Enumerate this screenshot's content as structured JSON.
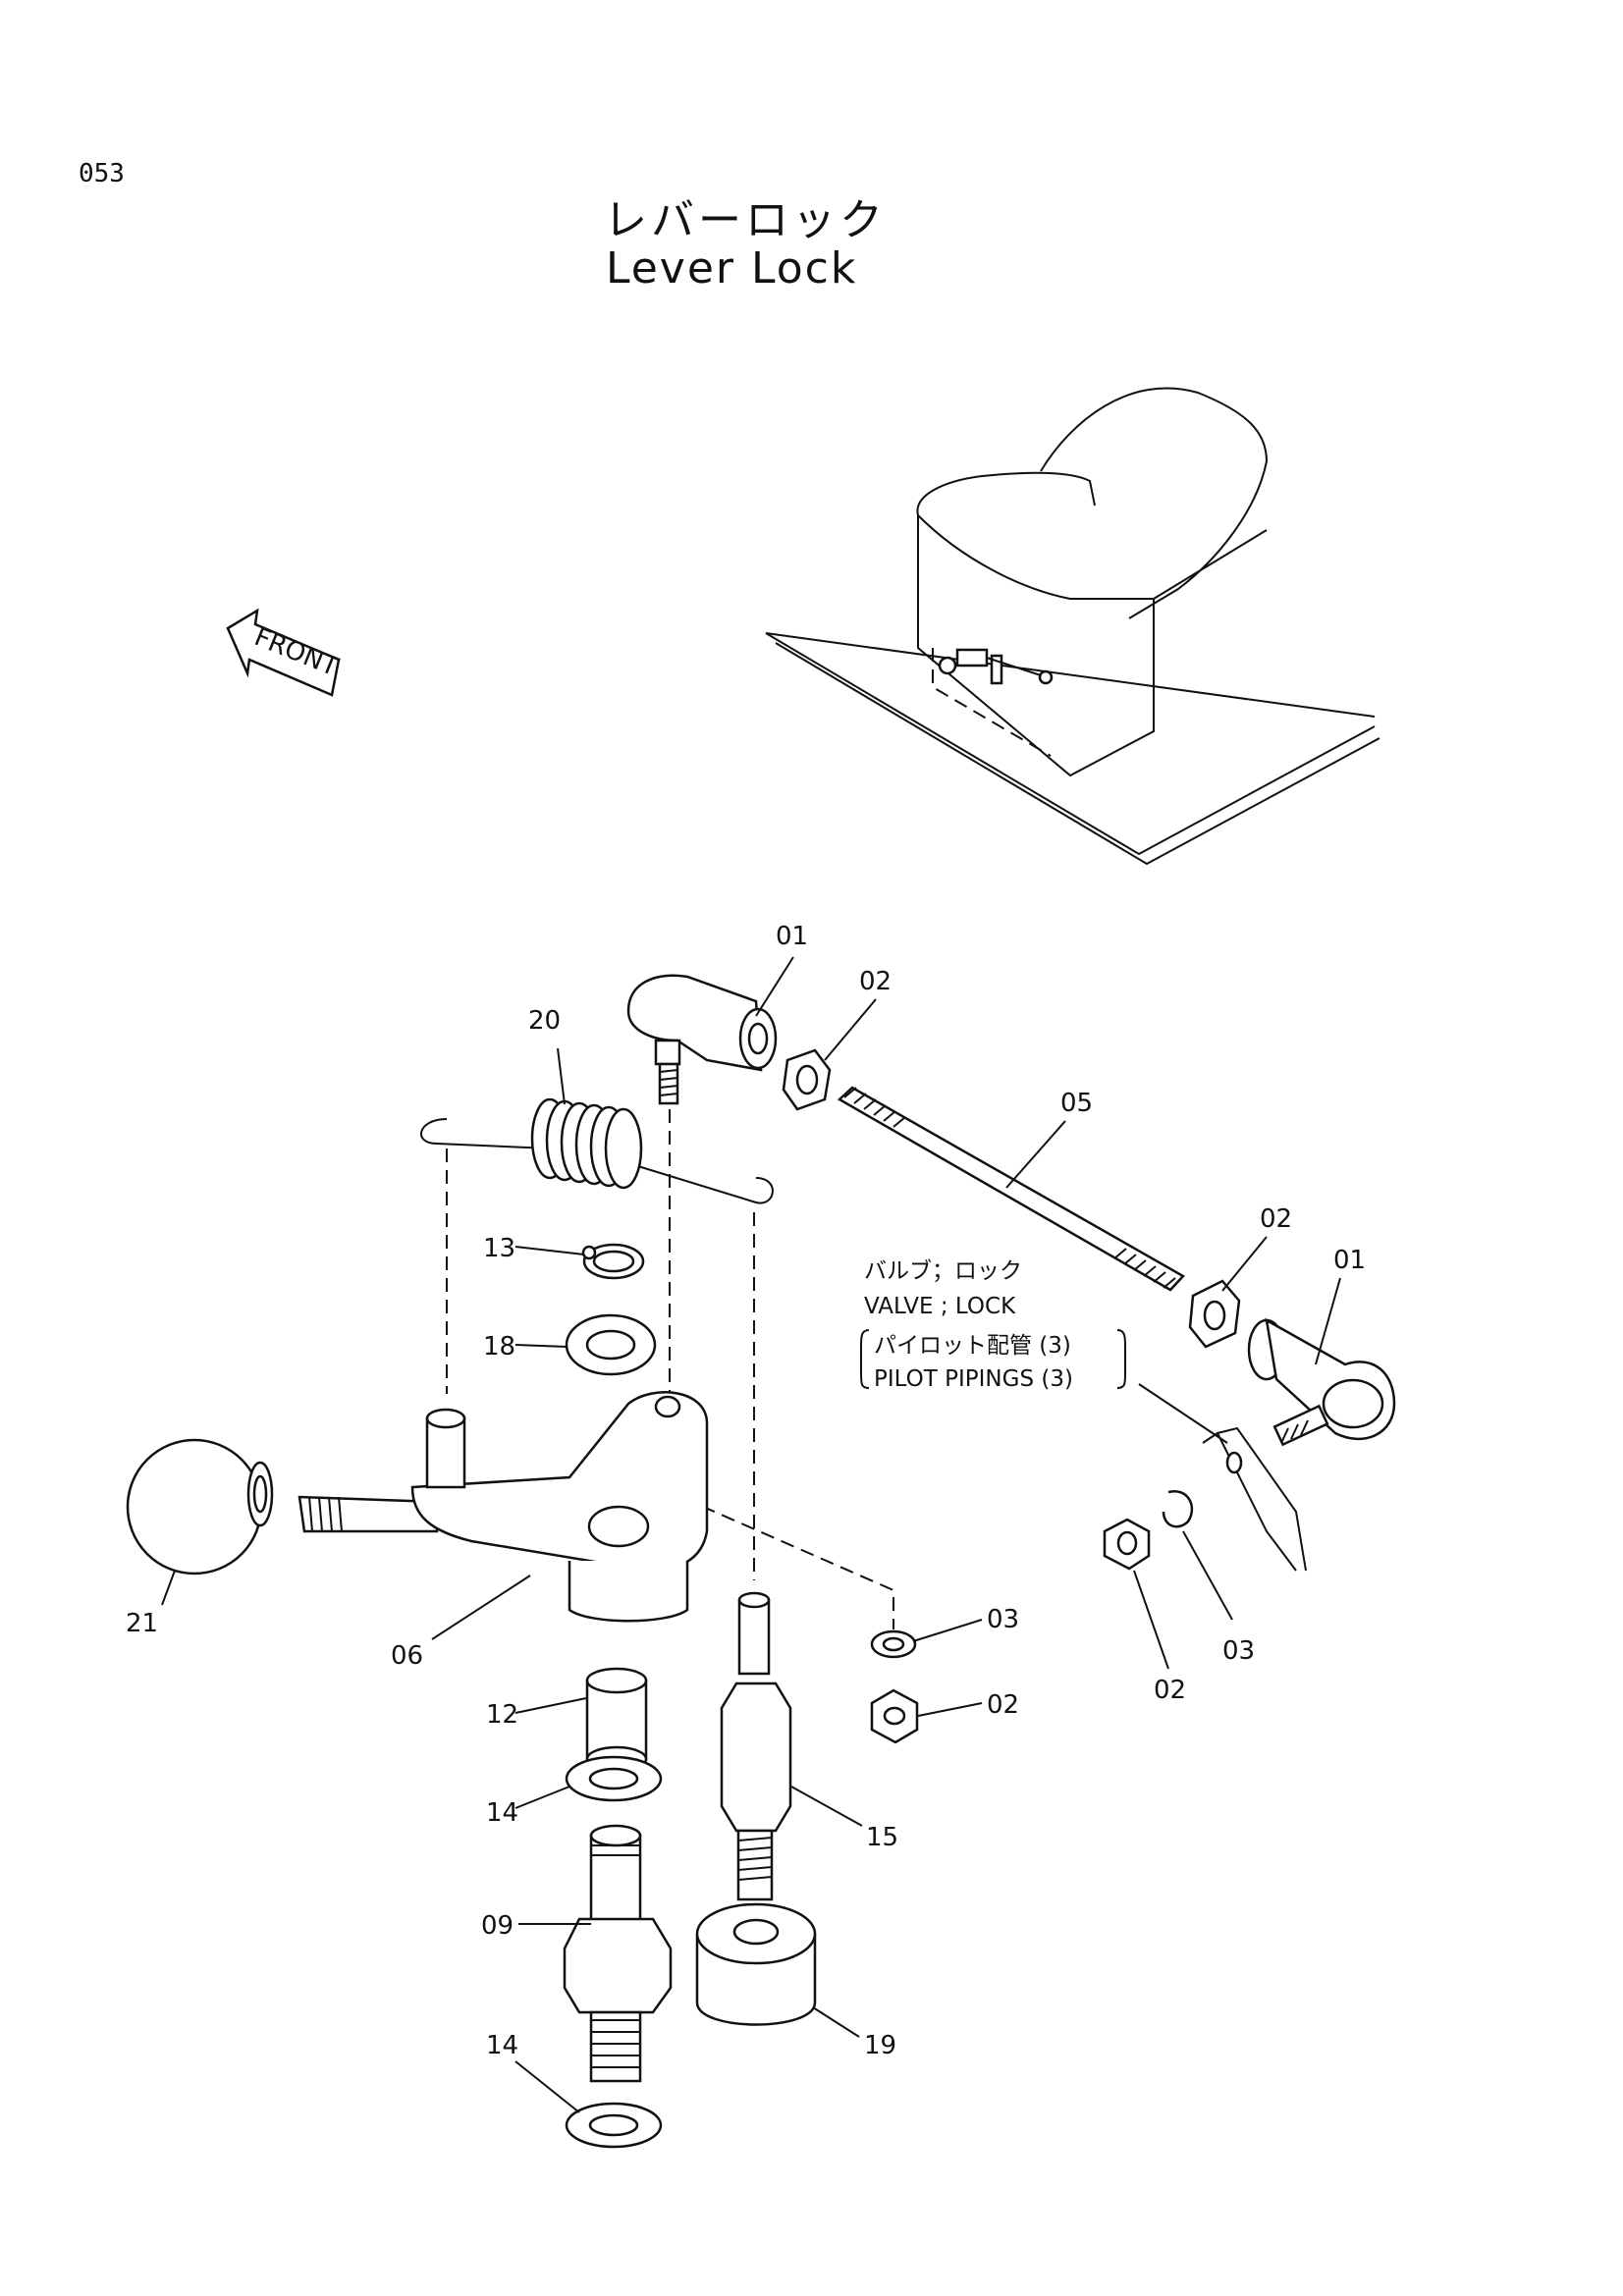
{
  "page_number": "053",
  "title_jp": "レバーロック",
  "title_en": "Lever Lock",
  "front_arrow_label": "FRONT",
  "note": {
    "line1": "バルブ；ロック",
    "line2": "VALVE ; LOCK",
    "line3": "パイロット配管 (3)",
    "line4": "PILOT PIPINGS (3)"
  },
  "labels": {
    "p01_top": "01",
    "p02_top": "02",
    "p05": "05",
    "p02_right": "02",
    "p01_right": "01",
    "p20": "20",
    "p13": "13",
    "p18": "18",
    "p21": "21",
    "p06": "06",
    "p03_mid": "03",
    "p02_mid": "02",
    "p12": "12",
    "p14_top": "14",
    "p15": "15",
    "p09": "09",
    "p19": "19",
    "p14_bottom": "14",
    "p02_low": "02",
    "p03_low": "03"
  }
}
